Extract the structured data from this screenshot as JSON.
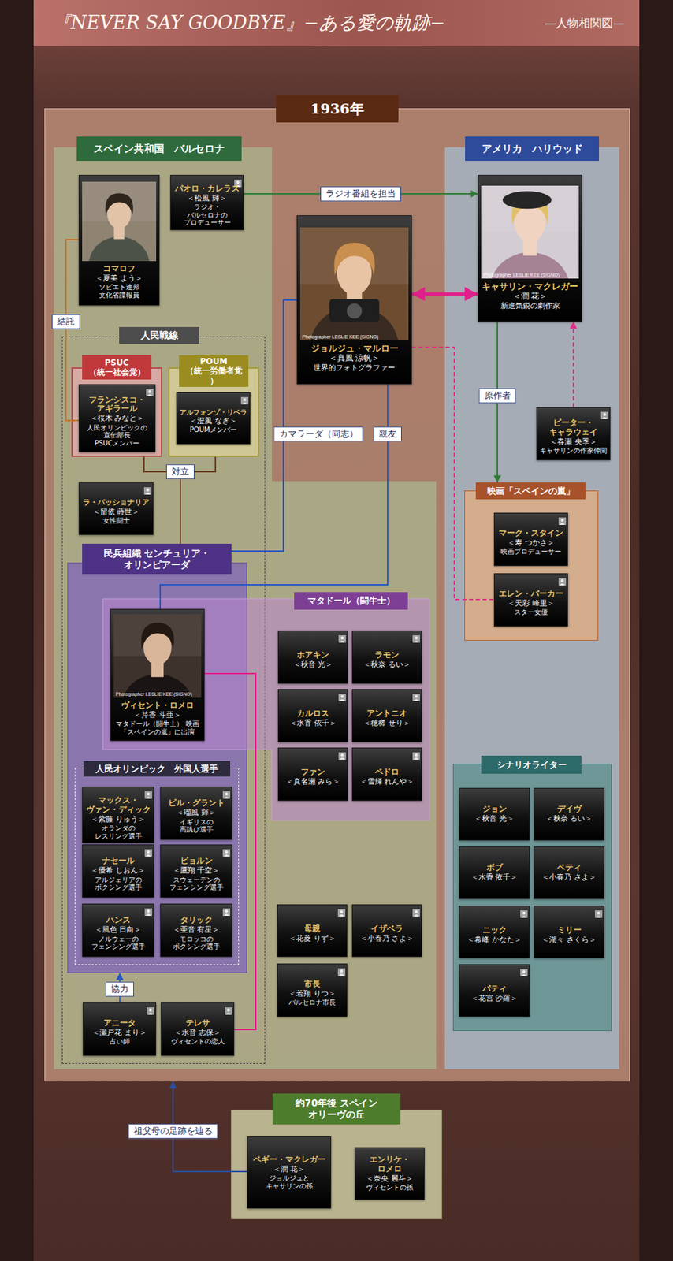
{
  "diagram": {
    "title": "『NEVER SAY GOODBYE』−ある愛の軌跡−",
    "nodes": [
      {
        "text": [
          "1936年"
        ]
      },
      {
        "text": [
          "スペイン共和国　バルセロナ"
        ],
        "in": 0
      },
      {
        "text": [
          "コマロフ",
          "＜夏美 よう＞",
          "ソビエト連邦 文化省諜報員"
        ],
        "in": 1
      },
      {
        "text": [
          "パオロ・カレラス",
          "＜松風 輝＞",
          "ラジオ・バルセロナの プロデューサー"
        ],
        "in": 1
      },
      {
        "text": [
          "人民戦線"
        ],
        "in": 1
      },
      {
        "text": [
          "PSUC （統一社会党）"
        ],
        "in": 4
      },
      {
        "text": [
          "フランシスコ・ アギラール",
          "＜桜木 みなと＞",
          "人民オリンピックの 宣伝部長 PSUCメンバー"
        ],
        "in": 5
      },
      {
        "text": [
          "POUM （統一労働者党）"
        ],
        "in": 4
      },
      {
        "text": [
          "アルフォンゾ・リベラ",
          "＜澄風 なぎ＞",
          "POUMメンバー"
        ],
        "in": 7
      },
      {
        "text": [
          "ラ・パッショナリア",
          "＜留依 蒔世＞",
          "女性闘士"
        ],
        "in": 4
      },
      {
        "text": [
          "民兵組織 センチュリア・オリンピアーダ"
        ],
        "in": 4
      },
      {
        "text": [
          "マタドール（闘牛士）"
        ],
        "in": 1
      },
      {
        "text": [
          "ヴィセント・ロメロ",
          "＜芹香 斗亜＞",
          "マタドール（闘牛士） 映画「スペインの嵐」に出演"
        ],
        "in": 11
      },
      {
        "text": [
          "ホアキン",
          "＜秋音 光＞"
        ],
        "in": 11
      },
      {
        "text": [
          "ラモン",
          "＜秋奈 るい＞"
        ],
        "in": 11
      },
      {
        "text": [
          "カルロス",
          "＜水香 依千＞"
        ],
        "in": 11
      },
      {
        "text": [
          "アントニオ",
          "＜穂稀 せり＞"
        ],
        "in": 11
      },
      {
        "text": [
          "ファン",
          "＜真名瀬 みら＞"
        ],
        "in": 11
      },
      {
        "text": [
          "ペドロ",
          "＜雪輝 れんや＞"
        ],
        "in": 11
      },
      {
        "text": [
          "人民オリンピック　外国人選手"
        ],
        "in": 10
      },
      {
        "text": [
          "マックス・ ヴァン・ディック",
          "＜紫藤 りゅう＞",
          "オランダの レスリング選手"
        ],
        "in": 19
      },
      {
        "text": [
          "ビル・グラント",
          "＜瑠風 輝＞",
          "イギリスの 高跳び選手"
        ],
        "in": 19
      },
      {
        "text": [
          "ナセール",
          "＜優希 しおん＞",
          "アルジェリアの ボクシング選手"
        ],
        "in": 19
      },
      {
        "text": [
          "ビョルン",
          "＜鷹翔 千空＞",
          "スウェーデンの フェンシング選手"
        ],
        "in": 19
      },
      {
        "text": [
          "ハンス",
          "＜風色 日向＞",
          "ノルウェーの フェンシング選手"
        ],
        "in": 19
      },
      {
        "text": [
          "タリック",
          "＜亜音 有星＞",
          "モロッコの ボクシング選手"
        ],
        "in": 19
      },
      {
        "text": [
          "アニータ",
          "＜瀬戸花 まり＞",
          "占い師"
        ],
        "in": 4
      },
      {
        "text": [
          "テレサ",
          "＜水音 志保＞",
          "ヴィセントの恋人"
        ],
        "in": 4
      },
      {
        "text": [
          "母親",
          "＜花菱 りず＞"
        ],
        "in": 1
      },
      {
        "text": [
          "イザベラ",
          "＜小春乃 さよ＞"
        ],
        "in": 1
      },
      {
        "text": [
          "市長",
          "＜若翔 りつ＞",
          "バルセロナ市長"
        ],
        "in": 1
      },
      {
        "text": [
          "ジョルジュ・マルロー",
          "＜真風 涼帆＞",
          "世界的フォトグラファー"
        ],
        "in": 0
      },
      {
        "text": [
          "アメリカ　ハリウッド"
        ],
        "in": 0
      },
      {
        "text": [
          "キャサリン・マクレガー",
          "＜潤 花＞",
          "新進気鋭の劇作家"
        ],
        "in": 32
      },
      {
        "text": [
          "ピーター・ キャラウェイ",
          "＜春瀬 央季＞",
          "キャサリンの作家仲間"
        ],
        "in": 32
      },
      {
        "text": [
          "映画「スペインの嵐」"
        ],
        "in": 32
      },
      {
        "text": [
          "マーク・スタイン",
          "＜寿 つかさ＞",
          "映画プロデューサー"
        ],
        "in": 35
      },
      {
        "text": [
          "エレン・バーカー",
          "＜天彩 峰里＞",
          "スター女優"
        ],
        "in": 35
      },
      {
        "text": [
          "シナリオライター"
        ],
        "in": 32
      },
      {
        "text": [
          "ジョン",
          "＜秋音 光＞"
        ],
        "in": 38
      },
      {
        "text": [
          "デイヴ",
          "＜秋奈 るい＞"
        ],
        "in": 38
      },
      {
        "text": [
          "ボブ",
          "＜水香 依千＞"
        ],
        "in": 38
      },
      {
        "text": [
          "ベティ",
          "＜小春乃 さよ＞"
        ],
        "in": 38
      },
      {
        "text": [
          "ニック",
          "＜希峰 かなた＞"
        ],
        "in": 38
      },
      {
        "text": [
          "ミリー",
          "＜湖々 さくら＞"
        ],
        "in": 38
      },
      {
        "text": [
          "パティ",
          "＜花宮 沙羅＞"
        ],
        "in": 38
      },
      {
        "text": [
          "約70年後 スペイン　オリーヴの丘"
        ]
      },
      {
        "text": [
          "ペギー・マクレガー",
          "＜潤 花＞",
          "ジョルジュと キャサリンの孫"
        ],
        "in": 46
      },
      {
        "text": [
          "エンリケ・ロメロ",
          "＜奈央 麗斗＞",
          "ヴィセントの孫"
        ],
        "in": 46
      }
    ],
    "edges": [
      {
        "from": 3,
        "to": 33,
        "label": "ラジオ番組を担当",
        "arrow": "to"
      },
      {
        "from": 2,
        "to": 6,
        "label": "結託",
        "arrow": "none"
      },
      {
        "from": 31,
        "to": 33,
        "arrow": "both"
      },
      {
        "from": 31,
        "to": 37,
        "arrow": "none"
      },
      {
        "from": 33,
        "to": 35,
        "label": "原作者",
        "arrow": "to"
      },
      {
        "from": 34,
        "to": 33,
        "arrow": "to"
      },
      {
        "from": 5,
        "to": 7,
        "label": "対立",
        "arrow": "none"
      },
      {
        "from": 31,
        "to": 10,
        "label": "カマラーダ（同志）",
        "arrow": "none"
      },
      {
        "from": 31,
        "to": 12,
        "label": "親友",
        "arrow": "none"
      },
      {
        "from": 12,
        "to": 27,
        "arrow": "none"
      },
      {
        "from": 26,
        "to": 10,
        "label": "協力",
        "arrow": "to"
      },
      {
        "from": 47,
        "to": 0,
        "label": "祖父母の足跡を辿る",
        "arrow": "to"
      }
    ],
    "labels": [
      "—人物相関図—",
      "Photographer LESLIE KEE (SIGNO)",
      "Photographer LESLIE KEE (SIGNO)",
      "Photographer LESLIE KEE (SIGNO)"
    ]
  }
}
